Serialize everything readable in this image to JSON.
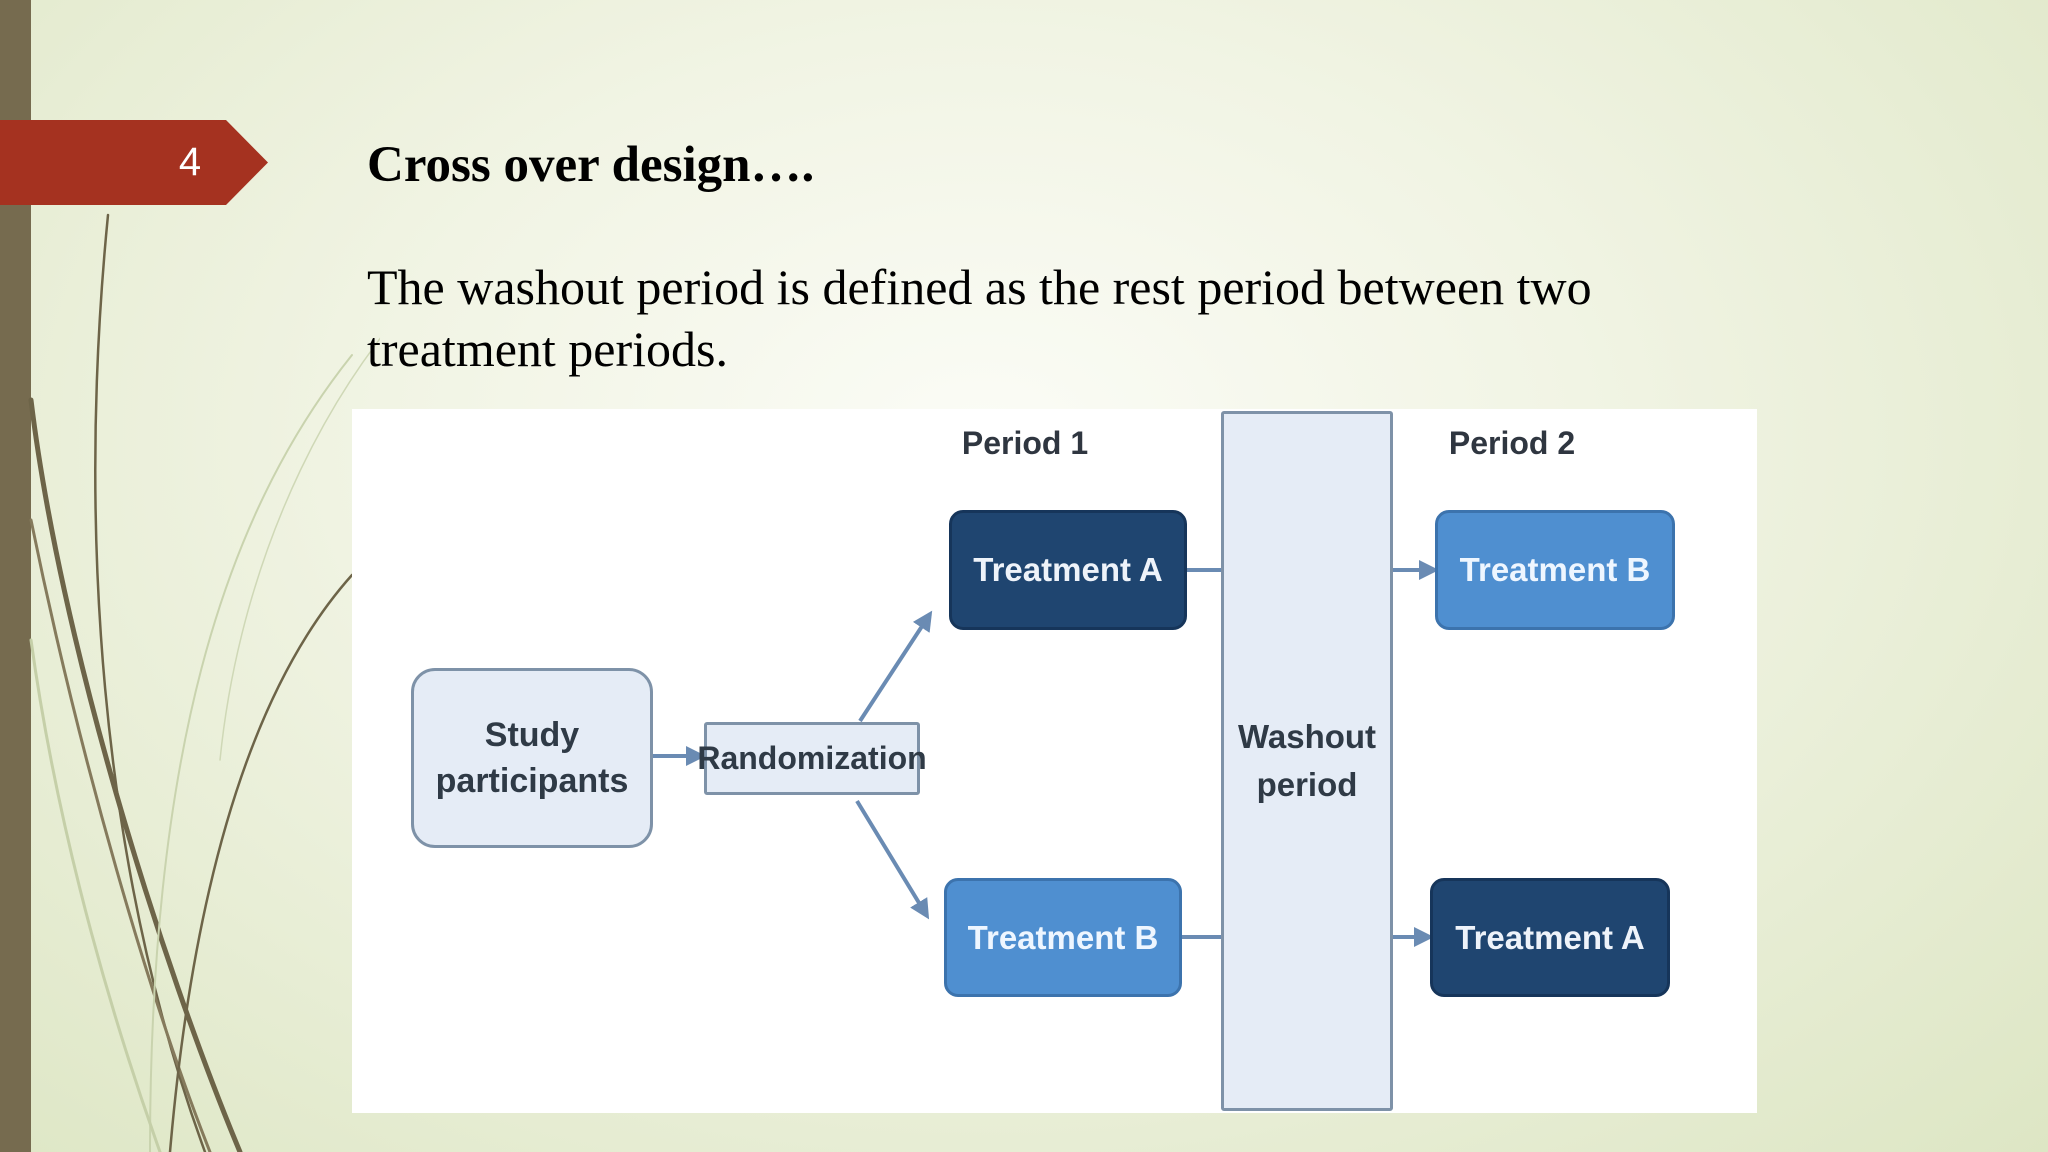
{
  "slide_number": "4",
  "title": "Cross over design….",
  "body": "The washout period is defined as the rest period between two treatment periods.",
  "diagram": {
    "period1_label": "Period 1",
    "period2_label": "Period 2",
    "study_participants": "Study participants",
    "randomization": "Randomization",
    "washout": "Washout period",
    "p1_top": "Treatment A",
    "p1_bottom": "Treatment B",
    "p2_top": "Treatment B",
    "p2_bottom": "Treatment A"
  },
  "colors": {
    "tab": "#a53220",
    "left_bar": "#766b4f",
    "dark_box": "#1f4570",
    "light_box": "#4f8fd0",
    "pale_box": "#e5ecf6"
  }
}
